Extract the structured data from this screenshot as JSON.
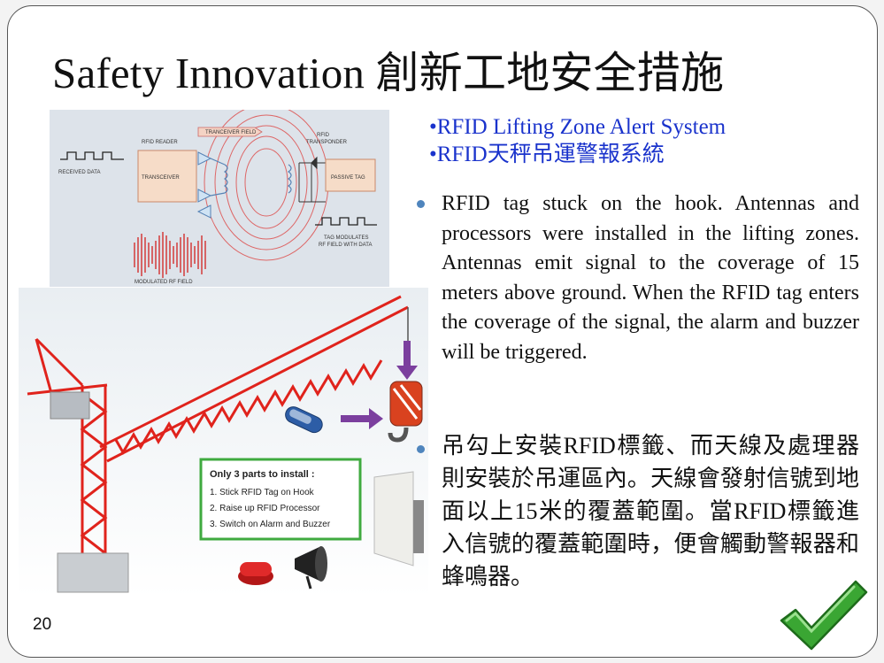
{
  "title": "Safety Innovation 創新工地安全措施",
  "headings": {
    "en": "•RFID Lifting Zone Alert System",
    "zh": "•RFID天秤吊運警報系統"
  },
  "bullet_en": "RFID tag stuck on the hook. Antennas and processors were installed in the lifting zones. Antennas emit signal to the coverage of 15 meters above ground. When the RFID tag enters the coverage of the signal, the alarm and buzzer will be triggered.",
  "bullet_zh": "吊勾上安裝RFID標籤、而天線及處理器則安裝於吊運區內。天線會發射信號到地面以上15米的覆蓋範圍。當RFID標籤進入信號的覆蓋範圍時，便會觸動警報器和蜂鳴器。",
  "diagram": {
    "reader": "RFID READER",
    "field": "TRANCEIVER FIELD",
    "transponder_1": "RFID",
    "transponder_2": "TRANSPONDER",
    "received": "RECEIVED DATA",
    "transceiver": "TRANSCEIVER",
    "passive": "PASSIVE TAG",
    "tag_mod_1": "TAG MODULATES",
    "tag_mod_2": "RF FIELD WITH DATA",
    "modulated": "MODULATED RF FIELD"
  },
  "install_box": {
    "title": "Only 3 parts to install :",
    "items": [
      "1.  Stick RFID Tag on Hook",
      "2.  Raise up RFID Processor",
      "3.  Switch on Alarm and Buzzer"
    ]
  },
  "page_number": "20",
  "colors": {
    "heading_blue": "#1a33cc",
    "bullet_blue": "#4f85bd",
    "crane_red": "#e0231c",
    "check_green": "#3aa633"
  }
}
